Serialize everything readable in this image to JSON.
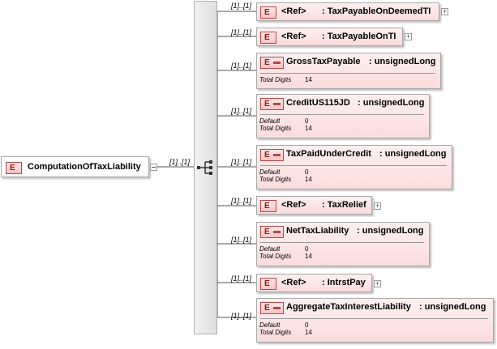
{
  "root": {
    "badge": "E",
    "name": "ComputationOfTaxLiability"
  },
  "sequence": {
    "cardinality": "[1]..[1]"
  },
  "children": [
    {
      "cardinality": "[1]..[1]",
      "badge": "E",
      "ref": "<Ref>",
      "name": ": TaxPayableOnDeemedTI",
      "expandable": true
    },
    {
      "cardinality": "[1]..[1]",
      "badge": "E",
      "ref": "<Ref>",
      "name": ": TaxPayableOnTI",
      "expandable": true
    },
    {
      "cardinality": "[1]..[1]",
      "badge": "E",
      "name": "GrossTaxPayable",
      "type": ": unsignedLong",
      "facets": [
        {
          "label": "Total Digits",
          "value": "14"
        }
      ]
    },
    {
      "cardinality": "[1]..[1]",
      "badge": "E",
      "name": "CreditUS115JD",
      "type": ": unsignedLong",
      "facets": [
        {
          "label": "Default",
          "value": "0"
        },
        {
          "label": "Total Digits",
          "value": "14"
        }
      ]
    },
    {
      "cardinality": "[1]..[1]",
      "badge": "E",
      "name": "TaxPaidUnderCredit",
      "type": ": unsignedLong",
      "facets": [
        {
          "label": "Default",
          "value": "0"
        },
        {
          "label": "Total Digits",
          "value": "14"
        }
      ]
    },
    {
      "cardinality": "[1]..[1]",
      "badge": "E",
      "ref": "<Ref>",
      "name": ": TaxRelief",
      "expandable": true
    },
    {
      "cardinality": "[1]..[1]",
      "badge": "E",
      "name": "NetTaxLiability",
      "type": ": unsignedLong",
      "facets": [
        {
          "label": "Default",
          "value": "0"
        },
        {
          "label": "Total Digits",
          "value": "14"
        }
      ]
    },
    {
      "cardinality": "[1]..[1]",
      "badge": "E",
      "ref": "<Ref>",
      "name": ": IntrstPay",
      "expandable": true
    },
    {
      "cardinality": "[1]..[1]",
      "badge": "E",
      "name": "AggregateTaxInterestLiability",
      "type": ": unsignedLong",
      "facets": [
        {
          "label": "Default",
          "value": "0"
        },
        {
          "label": "Total Digits",
          "value": "14"
        }
      ]
    }
  ]
}
